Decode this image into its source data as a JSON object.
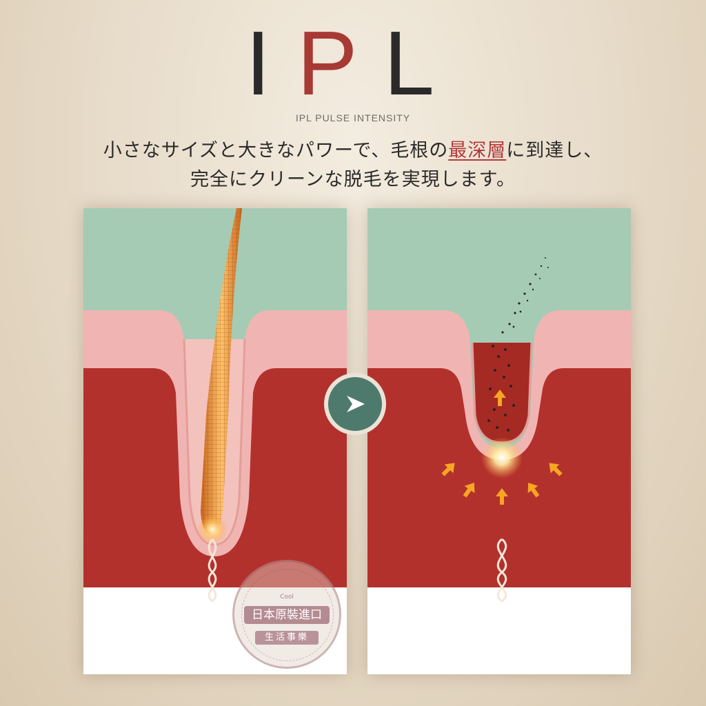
{
  "title": {
    "i": "I",
    "p": "P",
    "l": "L",
    "color_dark": "#2a2a2a",
    "color_accent": "#a83a36"
  },
  "subtitle": "IPL PULSE INTENSITY",
  "description": {
    "line1_a": "小さなサイズと大きなパワーで、毛根の",
    "line1_highlight": "最深層",
    "line1_b": "に到達し、",
    "line2": "完全にクリーンな脱毛を実現します。"
  },
  "colors": {
    "sky": "#a5cbb4",
    "skin_outer": "#f0b5b2",
    "dermis": "#b3312d",
    "base": "#ffffff",
    "button": "#4e7a6e",
    "hair": "#e89a3c",
    "energy": "#f6a623"
  },
  "icons": {
    "next": "play-arrow-icon"
  },
  "stamp": {
    "small": "Cool",
    "top": "日本原裝進口",
    "bottom": "生活事樂"
  }
}
